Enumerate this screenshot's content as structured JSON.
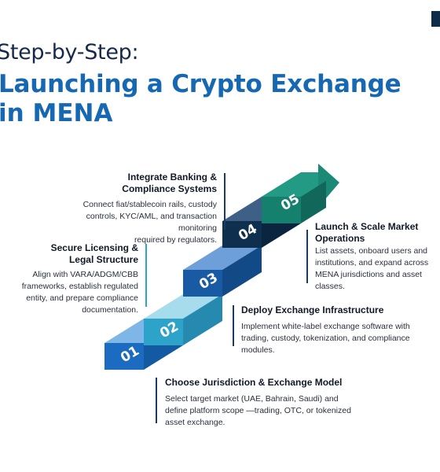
{
  "title": {
    "line1": "Step-by-Step:",
    "line2": "Launching a Crypto Exchange",
    "line3": "in MENA"
  },
  "colors": {
    "navy": "#16294a",
    "accent_blue": "#1668b3",
    "step1": "#1b6cc1",
    "step2": "#2ea3c9",
    "step3": "#185aa3",
    "step4": "#0f2f4f",
    "step5": "#16806f"
  },
  "steps": [
    {
      "num": "01",
      "title": "Choose Jurisdiction & Exchange Model",
      "desc": [
        "Select target market (UAE, Bahrain, Saudi) and",
        "define platform scope —trading, OTC, or tokenized",
        "asset exchange."
      ]
    },
    {
      "num": "02",
      "title": "Deploy Exchange Infrastructure",
      "desc": [
        "Implement white-label exchange software with",
        "trading, custody, tokenization, and compliance",
        "modules."
      ]
    },
    {
      "num": "03",
      "title": "Secure Licensing &\nLegal Structure",
      "desc": [
        "Align with VARA/ADGM/CBB",
        "frameworks, establish regulated",
        "entity, and prepare compliance",
        "documentation."
      ]
    },
    {
      "num": "04",
      "title": "Launch & Scale Market\nOperations",
      "desc": [
        "List assets, onboard users and",
        "institutions, and expand across",
        "MENA jurisdictions and asset",
        "classes."
      ]
    },
    {
      "num": "05",
      "title": "Integrate Banking &\nCompliance Systems",
      "desc": [
        "Connect fiat/stablecoin rails, custody",
        "controls, KYC/AML, and transaction monitoring",
        "required by regulators."
      ]
    }
  ]
}
